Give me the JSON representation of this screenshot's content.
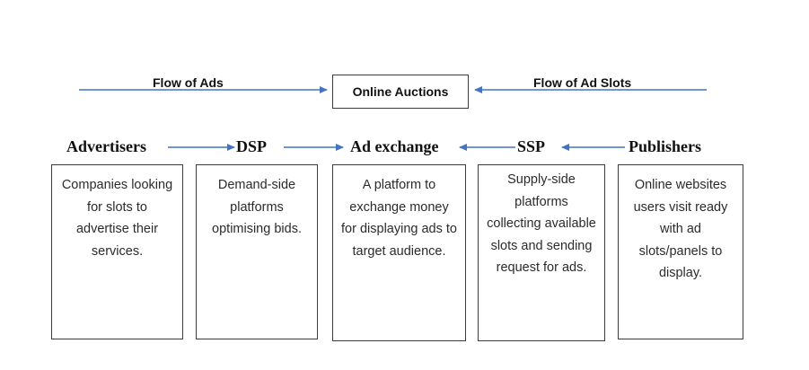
{
  "flow": {
    "ads_label": "Flow of Ads",
    "slots_label": "Flow of Ad Slots",
    "auction_label": "Online Auctions"
  },
  "entities": [
    {
      "id": "advertisers",
      "name": "Advertisers",
      "description": "Companies looking for slots to advertise their services."
    },
    {
      "id": "dsp",
      "name": "DSP",
      "description": "Demand-side platforms optimising bids."
    },
    {
      "id": "ad-exchange",
      "name": "Ad exchange",
      "description": "A platform to exchange money for displaying ads to target audience."
    },
    {
      "id": "ssp",
      "name": "SSP",
      "description": "Supply-side platforms collecting available slots and sending request for ads."
    },
    {
      "id": "publishers",
      "name": "Publishers",
      "description": "Online websites users visit ready with ad slots/panels to display."
    }
  ],
  "colors": {
    "arrow": "#4472c4",
    "border": "#3a3a3a",
    "text": "#111111"
  }
}
